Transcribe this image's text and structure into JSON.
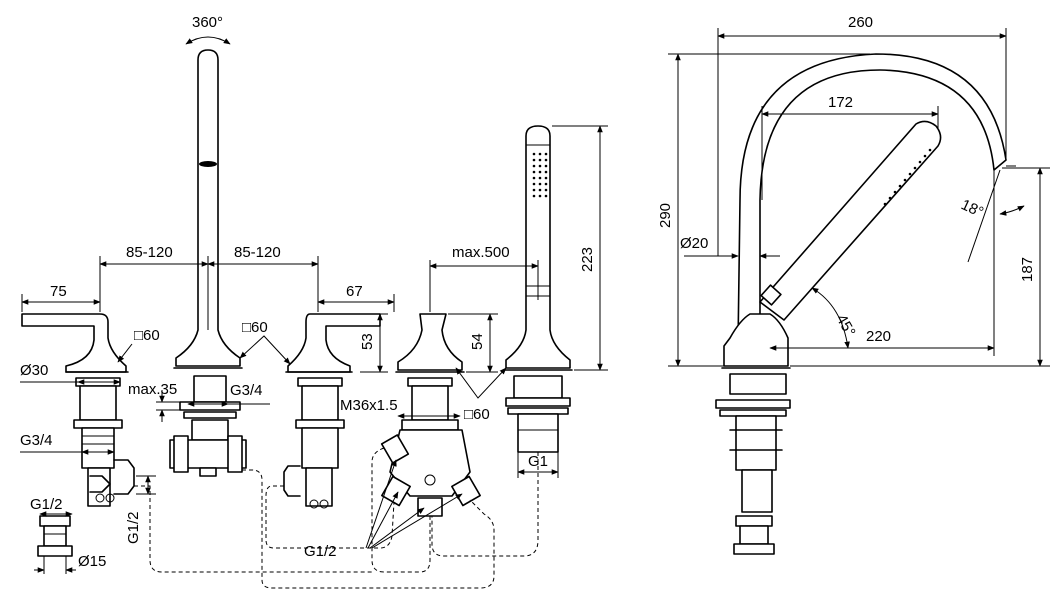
{
  "front_view": {
    "rotation": "360°",
    "spacing_left": "85-120",
    "spacing_right": "85-120",
    "handle_left_length": "75",
    "handle_right_length": "67",
    "square_left": "□60",
    "square_middle": "□60",
    "square_right": "□60",
    "diameter_30": "Ø30",
    "max_35": "max.35",
    "thread_g34_spout": "G3/4",
    "thread_g34_left": "G3/4",
    "thread_g12_top": "G1/2",
    "thread_g12_vertical": "G1/2",
    "thread_g12_bottom": "G1/2",
    "diameter_15": "Ø15",
    "handle_height": "53",
    "diverter_height": "54",
    "thread_m36": "M36x1.5",
    "hose_max": "max.500",
    "shower_height": "223",
    "thread_g1": "G1"
  },
  "side_view": {
    "reach_total": "260",
    "reach_handshower": "172",
    "height_total": "290",
    "diameter_20": "Ø20",
    "angle_18": "18°",
    "angle_45": "45°",
    "reach_220": "220",
    "height_187": "187"
  }
}
